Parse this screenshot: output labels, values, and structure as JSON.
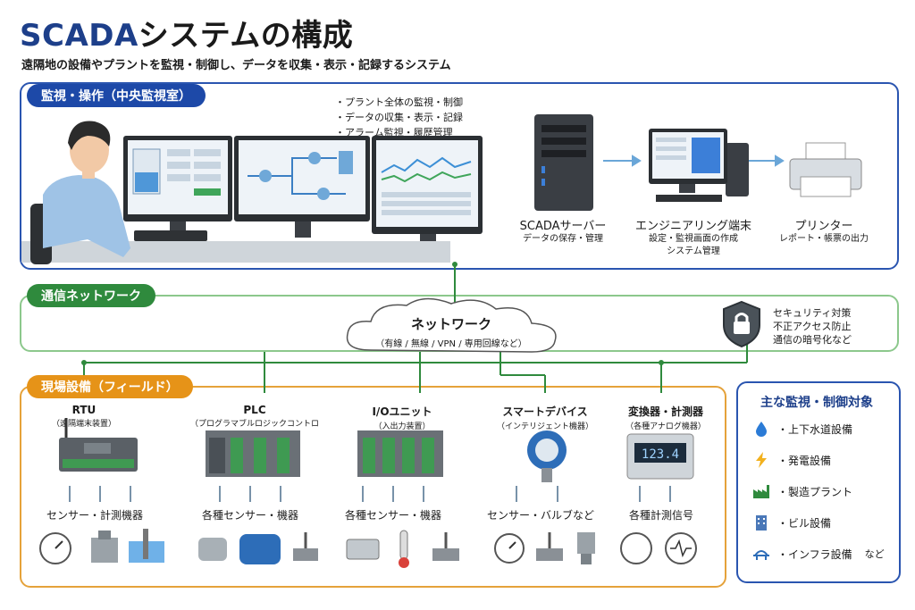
{
  "title": {
    "latin": "SCADA",
    "jp": "システムの構成"
  },
  "subtitle": "遠隔地の設備やプラントを監視・制御し、データを収集・表示・記録するシステム",
  "central": {
    "tab": "監視・操作（中央監視室）",
    "bullets": [
      "プラント全体の監視・制御",
      "データの収集・表示・記録",
      "アラーム監視・履歴管理"
    ],
    "devices": [
      {
        "title": "SCADAサーバー",
        "desc": "データの保存・管理"
      },
      {
        "title": "エンジニアリング端末",
        "desc": "設定・監視画面の作成",
        "desc2": "システム管理"
      },
      {
        "title": "プリンター",
        "desc": "レポート・帳票の出力"
      }
    ]
  },
  "network": {
    "tab": "通信ネットワーク",
    "cloud_title": "ネットワーク",
    "cloud_sub": "（有線 / 無線 / VPN / 専用回線など）",
    "security": [
      "セキュリティ対策",
      "不正アクセス防止",
      "通信の暗号化など"
    ]
  },
  "field": {
    "tab": "現場設備（フィールド）",
    "devices": [
      {
        "name": "RTU",
        "desc": "（遠隔端末装置）",
        "sensors": "センサー・計測機器"
      },
      {
        "name": "PLC",
        "desc": "（プログラマブルロジックコントローラ）",
        "sensors": "各種センサー・機器"
      },
      {
        "name": "I/Oユニット",
        "desc": "（入出力装置）",
        "sensors": "各種センサー・機器"
      },
      {
        "name": "スマートデバイス",
        "desc": "（インテリジェント機器）",
        "sensors": "センサー・バルブなど"
      },
      {
        "name": "変換器・計測器",
        "desc": "（各種アナログ機器）",
        "sensors": "各種計測信号"
      }
    ],
    "meter_display": "123.4"
  },
  "targets": {
    "title": "主な監視・制御対象",
    "items": [
      {
        "label": "・上下水道設備",
        "icon": "water-drop-icon"
      },
      {
        "label": "・発電設備",
        "icon": "lightning-icon"
      },
      {
        "label": "・製造プラント",
        "icon": "factory-icon"
      },
      {
        "label": "・ビル設備",
        "icon": "building-icon"
      },
      {
        "label": "・インフラ設備",
        "icon": "bridge-icon"
      }
    ],
    "suffix": "など"
  },
  "colors": {
    "blue": "#1d49a8",
    "green": "#2f8a3d",
    "orange": "#e69318",
    "navy": "#1d3f8a"
  }
}
